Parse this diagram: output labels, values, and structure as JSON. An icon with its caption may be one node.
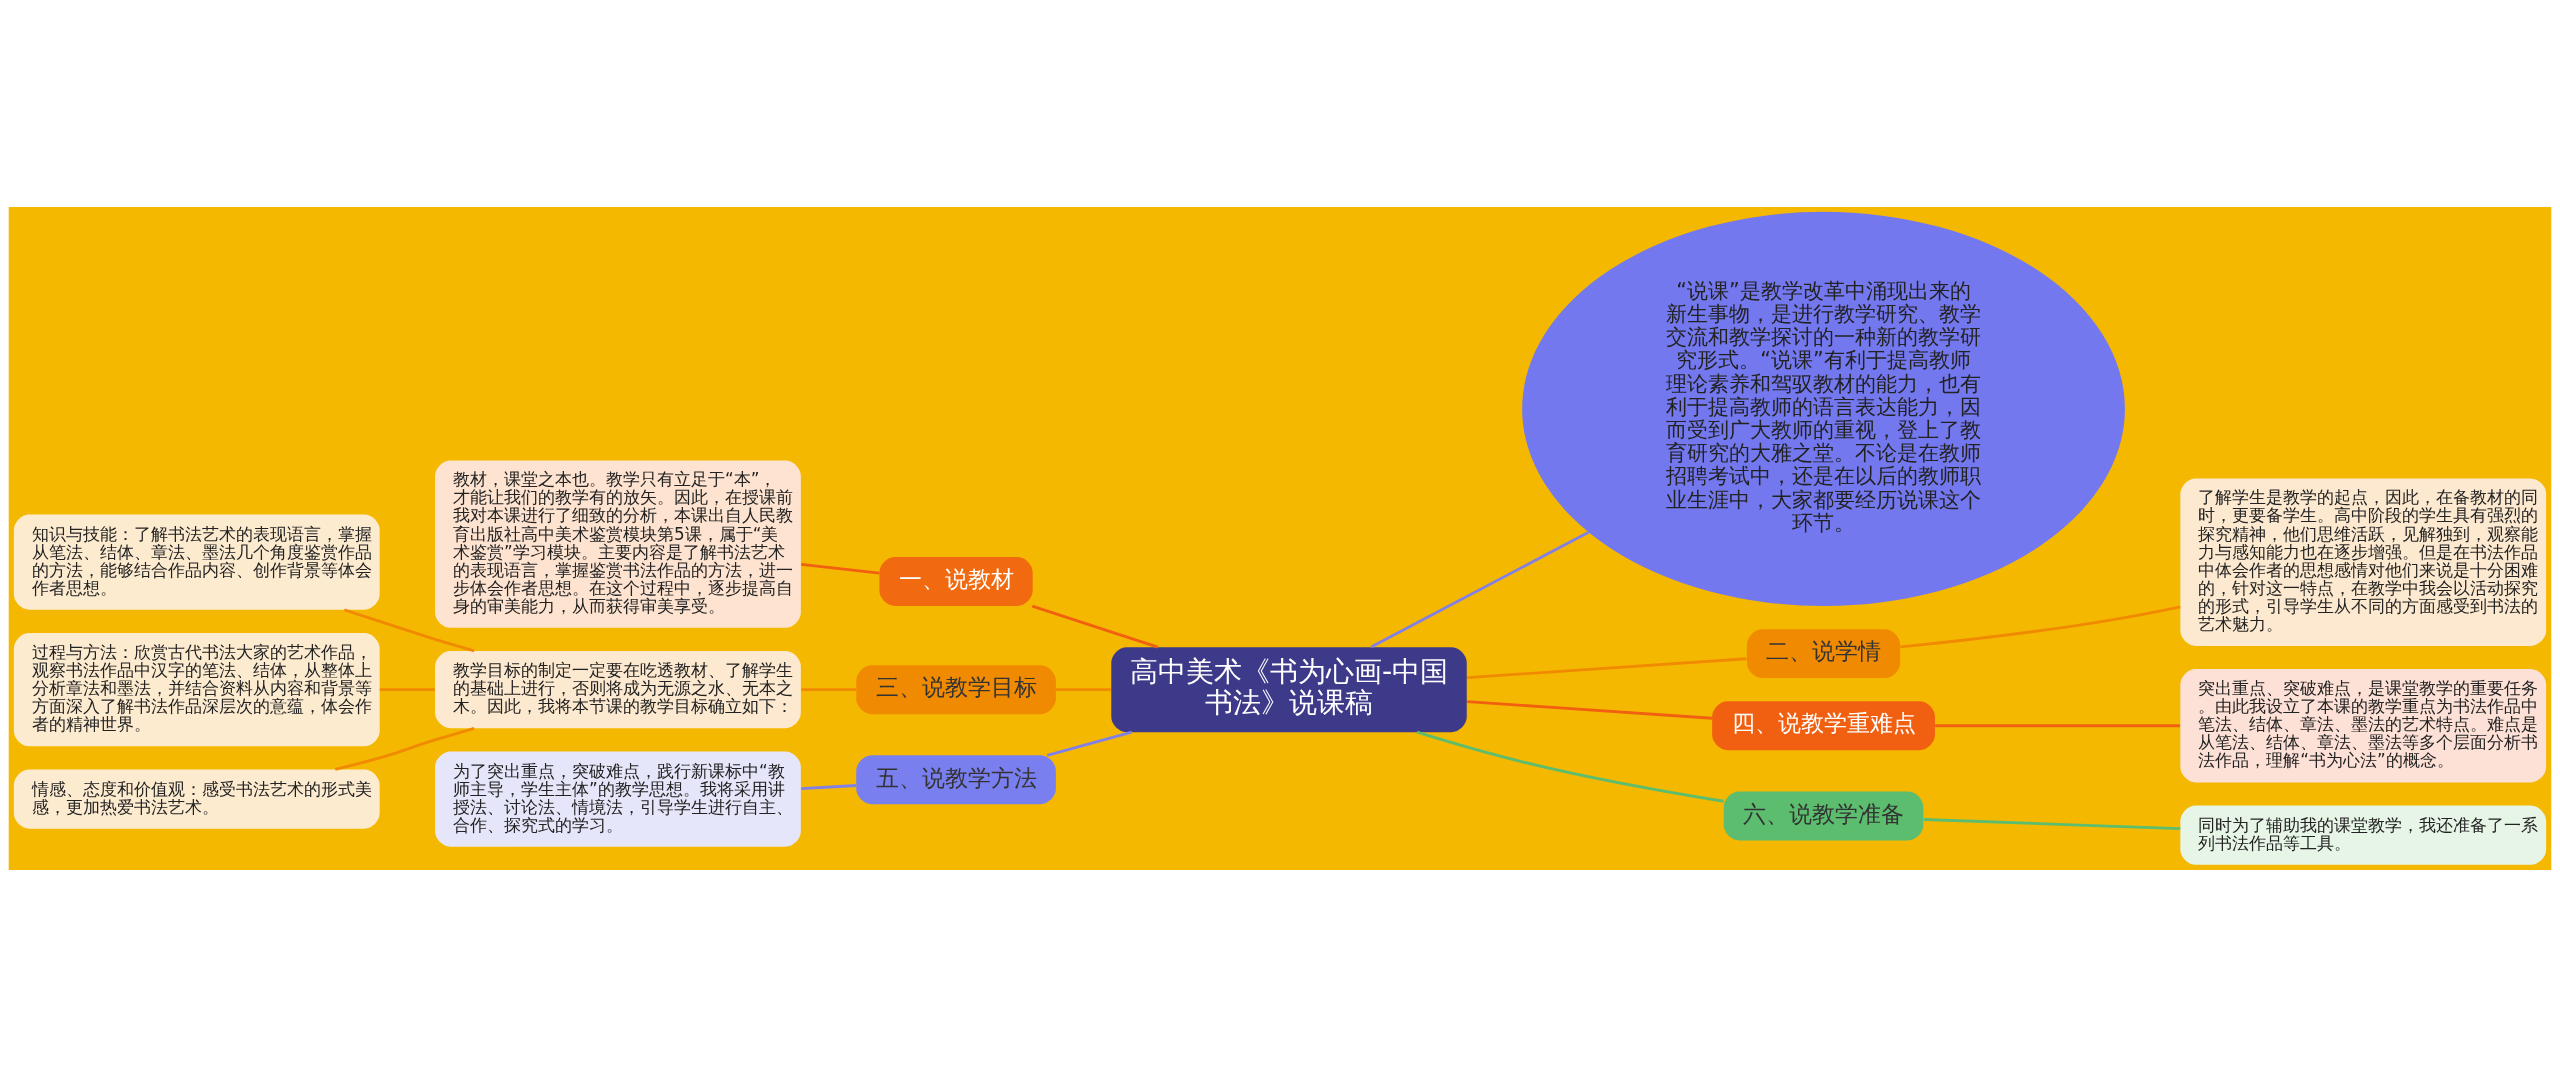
{
  "diagram": {
    "nodes": [
      {
        "text": [
          "高中美术《书为心画-中国书法》说课稿"
        ]
      },
      {
        "text": [
          "“说课”是教学改革中涌现出来的新生事物，是进行教学研究、教学交流和教学探讨的一种新的教学研究形式。“说课”有利于提高教师理论素养和驾驭教材的能力，也有利于提高教师的语言表达能力，因而受到广大教师的重视，登上了教育研究的大雅之堂。不论是在教师招聘考试中，还是在以后的教师职业生涯中，大家都要经历说课这个环节。"
        ]
      },
      {
        "text": [
          "一、说教材"
        ]
      },
      {
        "text": [
          "教材，课堂之本也。教学只有立足于“本”，才能让我们的教学有的放矢。因此，在授课前我对本课进行了细致的分析，本课出自人民教育出版社高中美术鉴赏模块第5课，属于“美术鉴赏”学习模块。主要内容是了解书法艺术的表现语言，掌握鉴赏书法作品的方法，进一步体会作者思想。在这个过程中，逐步提高自身的审美能力，从而获得审美享受。"
        ]
      },
      {
        "text": [
          "二、说学情"
        ]
      },
      {
        "text": [
          "了解学生是教学的起点，因此，在备教材的同时，更要备学生。高中阶段的学生具有强烈的探究精神，他们思维活跃，见解独到，观察能力与感知能力也在逐步增强。但是在书法作品中体会作者的思想感情对他们来说是十分困难的，针对这一特点，在教学中我会以活动探究的形式，引导学生从不同的方面感受到书法的艺术魅力。"
        ]
      },
      {
        "text": [
          "三、说教学目标"
        ]
      },
      {
        "text": [
          "教学目标的制定一定要在吃透教材、了解学生的基础上进行，否则将成为无源之水、无本之木。因此，我将本节课的教学目标确立如下："
        ]
      },
      {
        "text": [
          "知识与技能：了解书法艺术的表现语言，掌握从笔法、结体、章法、墨法几个角度鉴赏作品的方法，能够结合作品内容、创作背景等体会作者思想。"
        ]
      },
      {
        "text": [
          "过程与方法：欣赏古代书法大家的艺术作品，观察书法作品中汉字的笔法、结体，从整体上分析章法和墨法，并结合资料从内容和背景等方面深入了解书法作品深层次的意蕴，体会作者的精神世界。"
        ]
      },
      {
        "text": [
          "情感、态度和价值观：感受书法艺术的形式美感，更加热爱书法艺术。"
        ]
      },
      {
        "text": [
          "四、说教学重难点"
        ]
      },
      {
        "text": [
          "突出重点、突破难点，是课堂教学的重要任务。由此我设立了本课的教学重点为书法作品中笔法、结体、章法、墨法的艺术特点。难点是从笔法、结体、章法、墨法等多个层面分析书法作品，理解“书为心法”的概念。"
        ]
      },
      {
        "text": [
          "五、说教学方法"
        ]
      },
      {
        "text": [
          "为了突出重点，突破难点，践行新课标中“教师主导，学生主体”的教学思想。我将采用讲授法、讨论法、情境法，引导学生进行自主、合作、探究式的学习。"
        ]
      },
      {
        "text": [
          "六、说教学准备"
        ]
      },
      {
        "text": [
          "同时为了辅助我的课堂教学，我还准备了一系列书法作品等工具。"
        ]
      }
    ],
    "edges": [
      {
        "from": 0,
        "to": 1,
        "arrow": "none",
        "color": "#8080e8"
      },
      {
        "from": 0,
        "to": 2,
        "arrow": "none",
        "color": "#f06010"
      },
      {
        "from": 2,
        "to": 3,
        "arrow": "none",
        "color": "#f06010"
      },
      {
        "from": 0,
        "to": 4,
        "arrow": "none",
        "color": "#f08a00"
      },
      {
        "from": 4,
        "to": 5,
        "arrow": "none",
        "color": "#f08a00"
      },
      {
        "from": 0,
        "to": 6,
        "arrow": "none",
        "color": "#f08a00"
      },
      {
        "from": 6,
        "to": 7,
        "arrow": "none",
        "color": "#f08a00"
      },
      {
        "from": 7,
        "to": 8,
        "arrow": "none",
        "color": "#f08a00"
      },
      {
        "from": 7,
        "to": 9,
        "arrow": "none",
        "color": "#f08a00"
      },
      {
        "from": 7,
        "to": 10,
        "arrow": "none",
        "color": "#f08a00"
      },
      {
        "from": 0,
        "to": 11,
        "arrow": "none",
        "color": "#f06010"
      },
      {
        "from": 11,
        "to": 12,
        "arrow": "none",
        "color": "#f06010"
      },
      {
        "from": 0,
        "to": 13,
        "arrow": "none",
        "color": "#8080e8"
      },
      {
        "from": 13,
        "to": 14,
        "arrow": "none",
        "color": "#8080e8"
      },
      {
        "from": 0,
        "to": 15,
        "arrow": "none",
        "color": "#5cbd6e"
      },
      {
        "from": 15,
        "to": 16,
        "arrow": "none",
        "color": "#5cbd6e"
      }
    ]
  }
}
